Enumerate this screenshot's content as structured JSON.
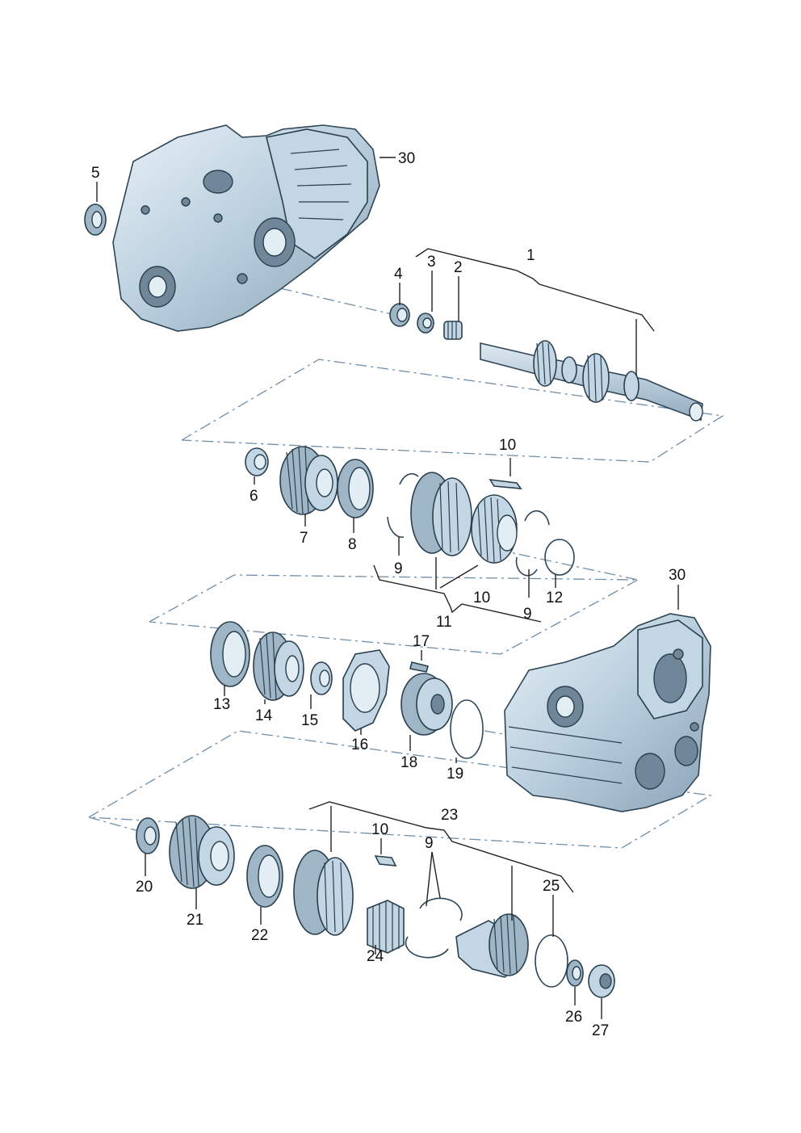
{
  "diagram": {
    "callouts": {
      "c1": "1",
      "c2": "2",
      "c3": "3",
      "c4": "4",
      "c5": "5",
      "c6": "6",
      "c7": "7",
      "c8": "8",
      "c9a": "9",
      "c9b": "9",
      "c9c": "9",
      "c10a": "10",
      "c10b": "10",
      "c10c": "10",
      "c11": "11",
      "c12": "12",
      "c13": "13",
      "c14": "14",
      "c15": "15",
      "c16": "16",
      "c17": "17",
      "c18": "18",
      "c19": "19",
      "c20": "20",
      "c21": "21",
      "c22": "22",
      "c23": "23",
      "c24": "24",
      "c25": "25",
      "c26": "26",
      "c27": "27",
      "c30a": "30",
      "c30b": "30"
    }
  }
}
